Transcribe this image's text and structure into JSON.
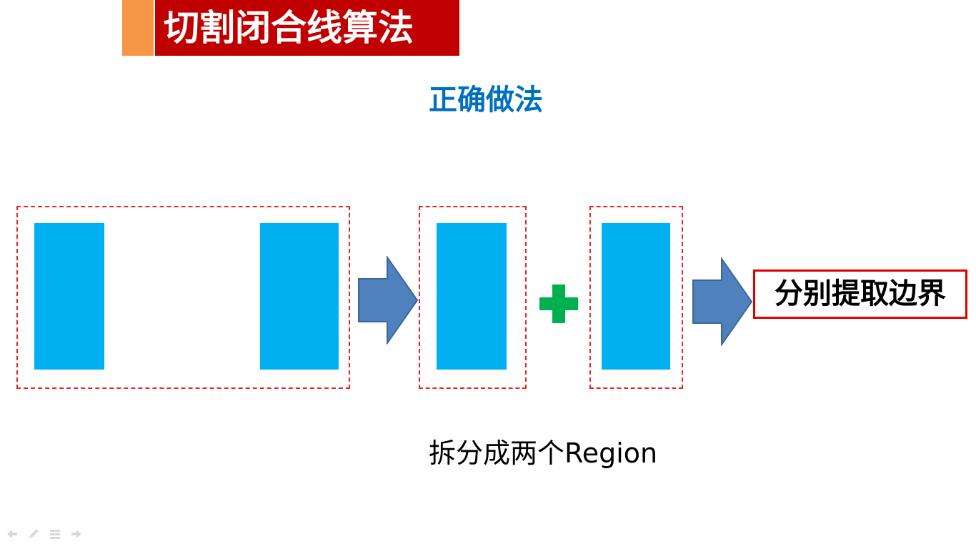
{
  "slide": {
    "title": "切割闭合线算法",
    "subtitle": "正确做法",
    "result_label": "分别提取边界",
    "caption": "拆分成两个Region"
  },
  "colors": {
    "title_background": "#c00000",
    "title_accent": "#f79646",
    "subtitle_text": "#0070c0",
    "shape_fill": "#00b0f0",
    "dashed_border": "#e8262a",
    "arrow_fill": "#4f81bd",
    "plus_fill": "#00b050",
    "result_border": "#e00000"
  },
  "icons": {
    "arrow": "arrow-right-icon",
    "plus": "plus-icon",
    "nav": [
      "nav-prev-icon",
      "pen-icon",
      "menu-icon",
      "nav-next-icon"
    ]
  }
}
